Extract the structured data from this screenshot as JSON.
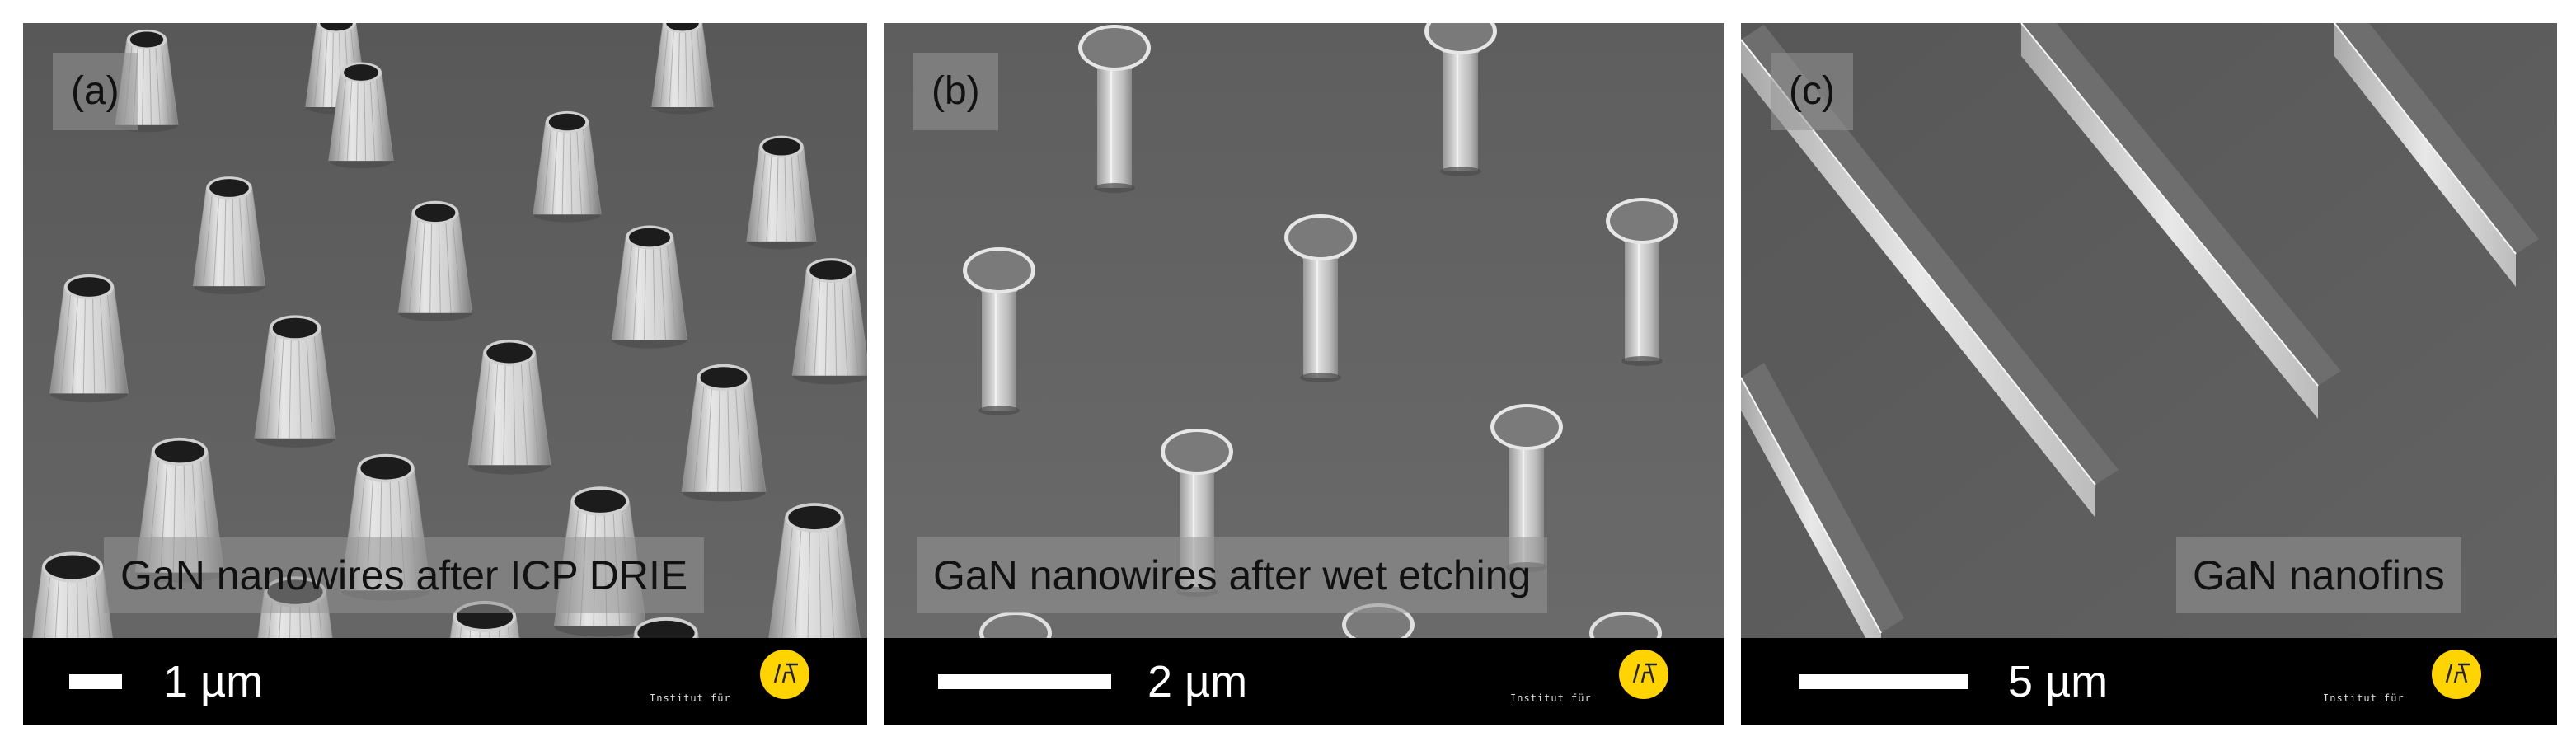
{
  "panels": [
    {
      "tag": "(a)",
      "caption": "GaN nanowires after ICP DRIE",
      "scale_label": "1 µm",
      "institute": "Institut für",
      "logo_text": "IHT"
    },
    {
      "tag": "(b)",
      "caption": "GaN nanowires after wet etching",
      "scale_label": "2 µm",
      "institute": "Institut für",
      "logo_text": "IHT"
    },
    {
      "tag": "(c)",
      "caption": "GaN nanofins",
      "scale_label": "5 µm",
      "institute": "Institut für",
      "logo_text": "IHT"
    }
  ],
  "colors": {
    "substrate": "#5a5a5a",
    "structure_light": "#d9d9d9",
    "scale_bar_background": "#000000",
    "logo_yellow": "#ffd400"
  }
}
